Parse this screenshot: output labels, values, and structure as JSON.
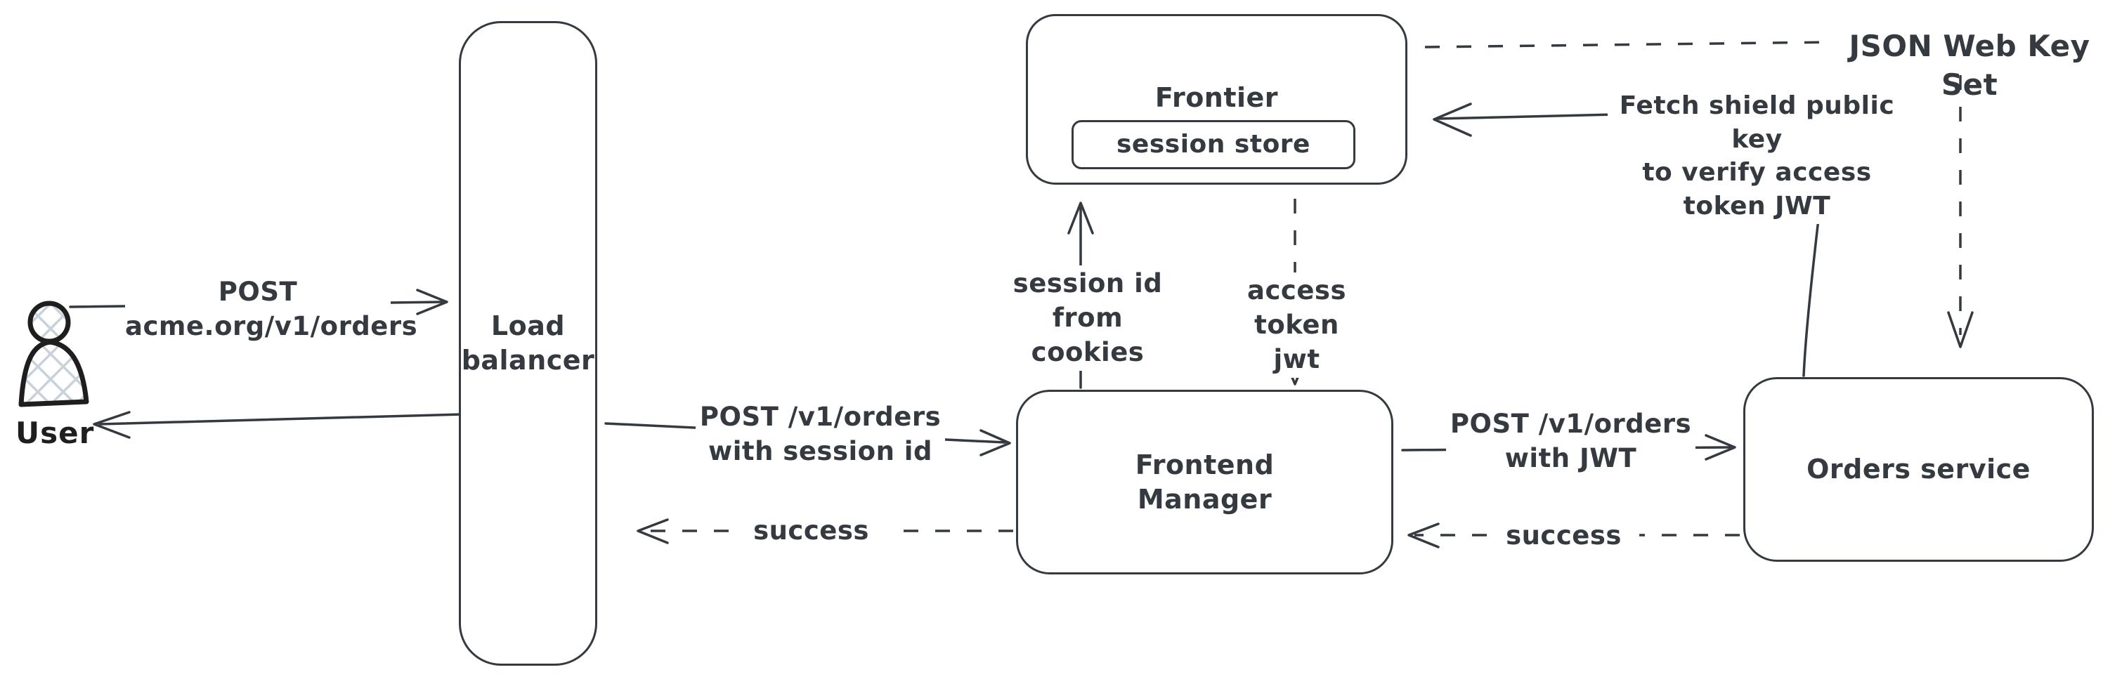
{
  "diagram": {
    "background_color": "#ffffff",
    "stroke_color": "#343a40",
    "user_icon": {
      "icon_name": "user-person-icon",
      "stroke_color": "#1e1e1e",
      "hatch_color": "#c9d2da",
      "label": "User"
    },
    "nodes": {
      "load_balancer": {
        "label": "Load\nbalancer"
      },
      "frontier": {
        "label": "Frontier",
        "session_store": {
          "label": "session store"
        }
      },
      "frontend_manager": {
        "label": "Frontend\nManager"
      },
      "orders_service": {
        "label": "Orders service"
      },
      "json_web_key_set": {
        "label": "JSON Web Key Set"
      }
    },
    "edges": {
      "user_to_load_balancer": {
        "label": "POST\nacme.org/v1/orders",
        "style": "solid",
        "direction": "right"
      },
      "load_balancer_to_user": {
        "label": "",
        "style": "solid",
        "direction": "left"
      },
      "load_balancer_to_frontend_manager": {
        "label": "POST /v1/orders\nwith session id",
        "style": "solid",
        "direction": "right"
      },
      "frontend_manager_to_load_balancer": {
        "label": "success",
        "style": "dashed",
        "direction": "left"
      },
      "frontend_manager_to_frontier": {
        "label": "session id\nfrom cookies",
        "style": "solid",
        "direction": "up"
      },
      "frontier_to_frontend_manager": {
        "label": "access token\njwt",
        "style": "dashed",
        "direction": "down"
      },
      "frontend_manager_to_orders_service": {
        "label": "POST /v1/orders\nwith JWT",
        "style": "solid",
        "direction": "right"
      },
      "orders_service_to_frontend_manager": {
        "label": "success",
        "style": "dashed",
        "direction": "left"
      },
      "orders_service_to_frontier": {
        "label": "Fetch shield public key\nto verify access\ntoken JWT",
        "style": "solid",
        "direction": "left"
      },
      "frontier_to_json_web_key_set": {
        "label": "",
        "style": "dashed",
        "direction": "right"
      },
      "json_web_key_set_to_orders_service": {
        "label": "",
        "style": "dashed",
        "direction": "down"
      }
    }
  }
}
